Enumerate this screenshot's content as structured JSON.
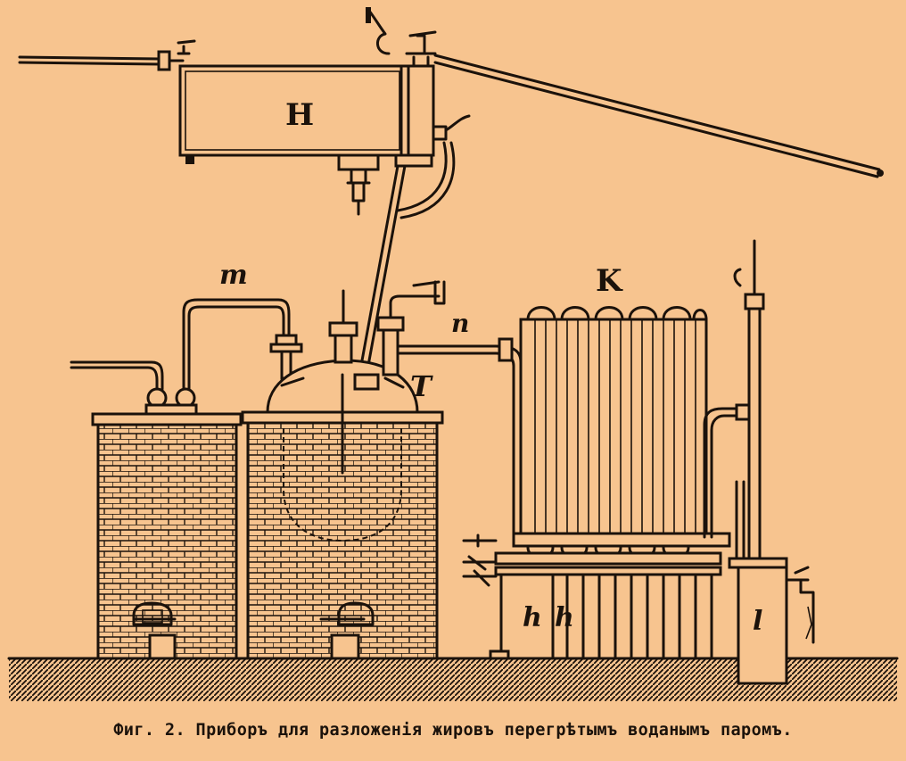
{
  "figure": {
    "caption": "Фиг. 2. Приборъ для разложенія жировъ перегрѣтымъ воданымъ паромъ.",
    "labels": {
      "H": "H",
      "K": "K",
      "m": "m",
      "n": "n",
      "T": "T",
      "h1": "h",
      "h2": "h",
      "l": "l"
    },
    "colors": {
      "paper": "#f7c48f",
      "ink": "#1b120b"
    }
  }
}
